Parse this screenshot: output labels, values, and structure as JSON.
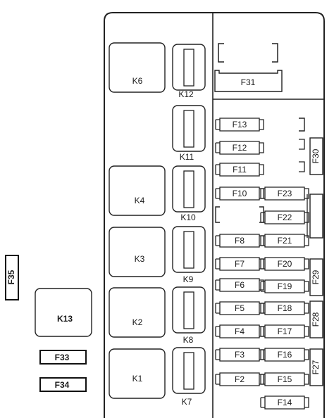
{
  "diagram": {
    "relays_large": [
      {
        "id": "k6",
        "label": "K6"
      },
      {
        "id": "k4",
        "label": "K4"
      },
      {
        "id": "k3",
        "label": "K3"
      },
      {
        "id": "k2",
        "label": "K2"
      },
      {
        "id": "k1",
        "label": "K1"
      },
      {
        "id": "k13",
        "label": "K13"
      }
    ],
    "relays_small": [
      {
        "id": "k12",
        "label": "K12"
      },
      {
        "id": "k11",
        "label": "K11"
      },
      {
        "id": "k10",
        "label": "K10"
      },
      {
        "id": "k9",
        "label": "K9"
      },
      {
        "id": "k8",
        "label": "K8"
      },
      {
        "id": "k7",
        "label": "K7"
      }
    ],
    "fuses_left_column": [
      {
        "id": "f13",
        "label": "F13"
      },
      {
        "id": "f12",
        "label": "F12"
      },
      {
        "id": "f11",
        "label": "F11"
      },
      {
        "id": "f10",
        "label": "F10"
      },
      {
        "id": "f8",
        "label": "F8"
      },
      {
        "id": "f7",
        "label": "F7"
      },
      {
        "id": "f6",
        "label": "F6"
      },
      {
        "id": "f5",
        "label": "F5"
      },
      {
        "id": "f4",
        "label": "F4"
      },
      {
        "id": "f3",
        "label": "F3"
      },
      {
        "id": "f2",
        "label": "F2"
      }
    ],
    "fuses_right_column": [
      {
        "id": "f23",
        "label": "F23"
      },
      {
        "id": "f22",
        "label": "F22"
      },
      {
        "id": "f21",
        "label": "F21"
      },
      {
        "id": "f20",
        "label": "F20"
      },
      {
        "id": "f19",
        "label": "F19"
      },
      {
        "id": "f18",
        "label": "F18"
      },
      {
        "id": "f17",
        "label": "F17"
      },
      {
        "id": "f16",
        "label": "F16"
      },
      {
        "id": "f15",
        "label": "F15"
      },
      {
        "id": "f14",
        "label": "F14"
      }
    ],
    "fuses_vertical": [
      {
        "id": "f30",
        "label": "F30"
      },
      {
        "id": "f29",
        "label": "F29"
      },
      {
        "id": "f28",
        "label": "F28"
      },
      {
        "id": "f27",
        "label": "F27"
      },
      {
        "id": "f35",
        "label": "F35"
      }
    ],
    "fuse_top": {
      "id": "f31",
      "label": "F31"
    },
    "fuses_external": [
      {
        "id": "f33",
        "label": "F33"
      },
      {
        "id": "f34",
        "label": "F34"
      }
    ]
  }
}
